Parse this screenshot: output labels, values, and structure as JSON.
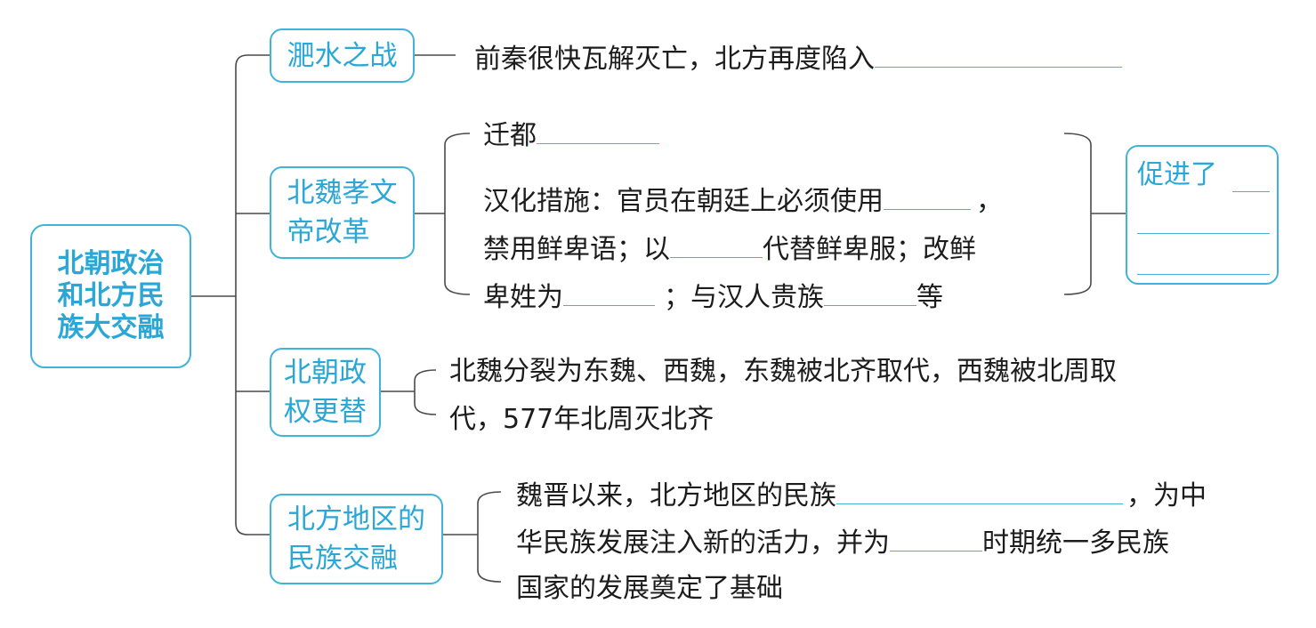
{
  "root": {
    "line1": "北朝政治",
    "line2": "和北方民",
    "line3": "族大交融"
  },
  "branches": {
    "b1": {
      "label": "淝水之战"
    },
    "b2": {
      "line1": "北魏孝文",
      "line2": "帝改革"
    },
    "b3": {
      "line1": "北朝政",
      "line2": "权更替"
    },
    "b4": {
      "line1": "北方地区的",
      "line2": "民族交融"
    }
  },
  "content": {
    "b1_text": "前秦很快瓦解灭亡，北方再度陷入",
    "b2_qiandu": "迁都",
    "b2_l1_a": "汉化措施：官员在朝廷上必须使用",
    "b2_l1_b": "，",
    "b2_l2_a": "禁用鲜卑语；以",
    "b2_l2_b": "代替鲜卑服；改鲜",
    "b2_l3_a": "卑姓为",
    "b2_l3_b": "；与汉人贵族",
    "b2_l3_c": "等",
    "b2_result": "促进了",
    "b3_l1": "北魏分裂为东魏、西魏，东魏被北齐取代，西魏被北周取",
    "b3_l2": "代，577年北周灭北齐",
    "b4_l1_a": "魏晋以来，北方地区的民族",
    "b4_l1_b": "，为中",
    "b4_l2_a": "华民族发展注入新的活力，并为",
    "b4_l2_b": "时期统一多民族",
    "b4_l3": "国家的发展奠定了基础"
  },
  "colors": {
    "accent": "#3fb3d9",
    "accent_text": "#2aa7d6",
    "text": "#1c1c1c"
  }
}
